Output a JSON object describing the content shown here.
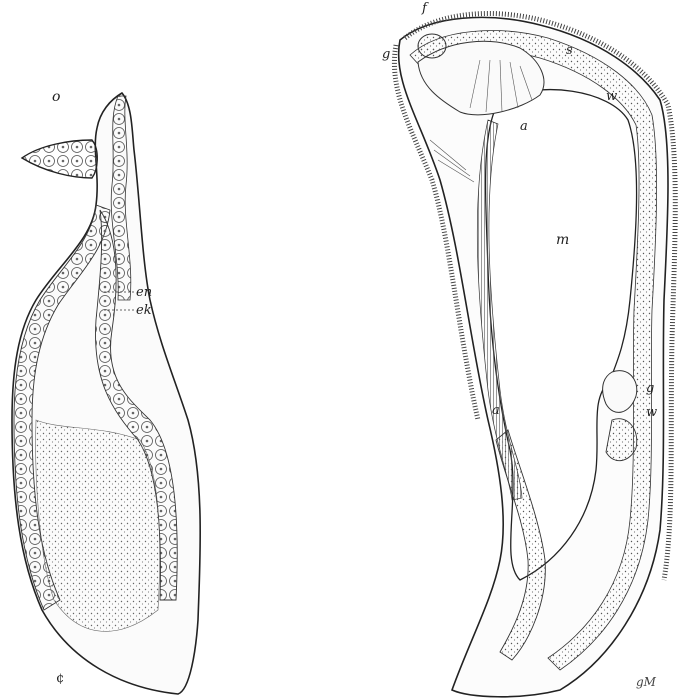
{
  "labels": {
    "left": {
      "o": "o",
      "en": "en",
      "ek": "ek",
      "mark": "¢"
    },
    "right": {
      "f": "f",
      "g_top": "g",
      "s": "s",
      "w_top": "w",
      "a_top": "a",
      "m": "m",
      "g_mid": "g",
      "w_mid": "w",
      "a_low": "a"
    }
  },
  "signature": "gM"
}
